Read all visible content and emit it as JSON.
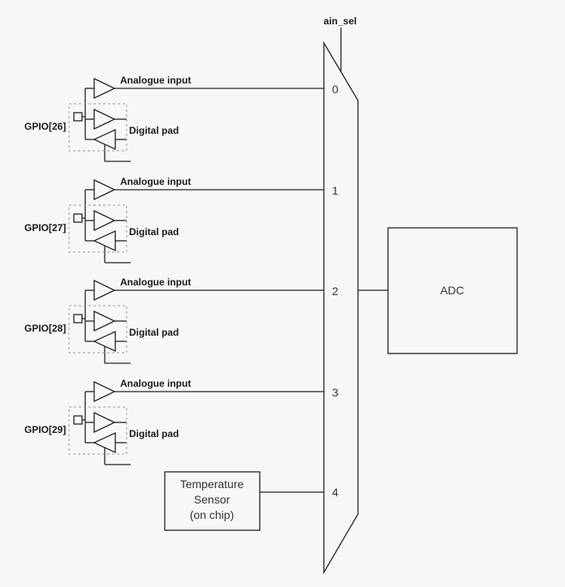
{
  "mux": {
    "select_label": "ain_sel",
    "inputs": [
      "0",
      "1",
      "2",
      "3",
      "4"
    ]
  },
  "adc": {
    "label": "ADC"
  },
  "temp_sensor": {
    "lines": [
      "Temperature",
      "Sensor",
      "(on chip)"
    ]
  },
  "gpio_blocks": [
    {
      "name": "GPIO[26]",
      "analogue_label": "Analogue input",
      "digital_label": "Digital pad"
    },
    {
      "name": "GPIO[27]",
      "analogue_label": "Analogue input",
      "digital_label": "Digital pad"
    },
    {
      "name": "GPIO[28]",
      "analogue_label": "Analogue input",
      "digital_label": "Digital pad"
    },
    {
      "name": "GPIO[29]",
      "analogue_label": "Analogue input",
      "digital_label": "Digital pad"
    }
  ]
}
